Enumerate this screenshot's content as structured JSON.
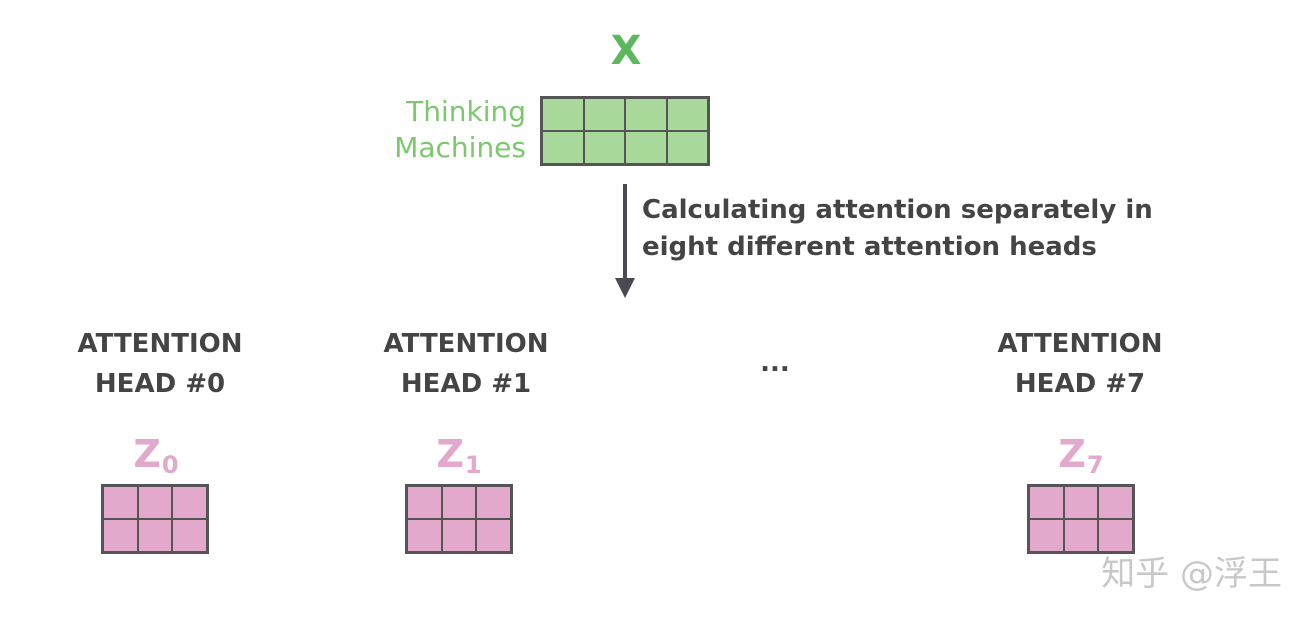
{
  "input": {
    "label": "X",
    "words": [
      "Thinking",
      "Machines"
    ]
  },
  "process": {
    "caption_line1": "Calculating attention separately in",
    "caption_line2": "eight different attention heads"
  },
  "heads": [
    {
      "title_line1": "ATTENTION",
      "title_line2": "HEAD #0",
      "z_letter": "Z",
      "z_sub": "0"
    },
    {
      "title_line1": "ATTENTION",
      "title_line2": "HEAD #1",
      "z_letter": "Z",
      "z_sub": "1"
    },
    {
      "title_line1": "ATTENTION",
      "title_line2": "HEAD #7",
      "z_letter": "Z",
      "z_sub": "7"
    }
  ],
  "ellipsis": "...",
  "watermark": "知乎 @浮王",
  "colors": {
    "input_green": "#5cb85c",
    "input_fill": "#a8d99a",
    "output_pink": "#e2a9cc",
    "text_dark": "#444444"
  }
}
